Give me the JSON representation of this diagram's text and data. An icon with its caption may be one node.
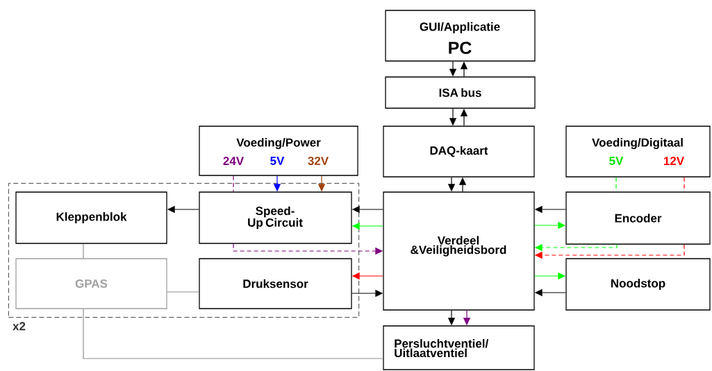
{
  "diagram": {
    "nodes": [
      {
        "text": [
          "GUI/Applicatie",
          "PC"
        ]
      },
      {
        "text": [
          "ISA bus"
        ]
      },
      {
        "text": [
          "DAQ-kaart"
        ]
      },
      {
        "text": [
          "Voeding/Power",
          "24V",
          "5V",
          "32V"
        ]
      },
      {
        "text": [
          "Voeding/Digitaal",
          "5V",
          "12V"
        ]
      },
      {
        "text": [],
        "shape": "box",
        "beside": [
          "x2"
        ]
      },
      {
        "text": [
          "Kleppenblok"
        ],
        "in": 5
      },
      {
        "text": [
          "Speed-Up Circuit"
        ],
        "in": 5
      },
      {
        "text": [
          "Verdeel &Veiligheidsbord"
        ]
      },
      {
        "text": [
          "Encoder"
        ]
      },
      {
        "text": [
          "GPAS"
        ],
        "in": 5
      },
      {
        "text": [
          "Druksensor"
        ],
        "in": 5
      },
      {
        "text": [
          "Noodstop"
        ]
      },
      {
        "text": [
          "Persluchtventiel/ Uitlaatventiel"
        ]
      }
    ],
    "edges": [
      {
        "from": 0,
        "to": 1,
        "arrow": "to"
      },
      {
        "from": 1,
        "to": 0,
        "arrow": "to"
      },
      {
        "from": 1,
        "to": 2,
        "arrow": "to"
      },
      {
        "from": 2,
        "to": 1,
        "arrow": "to"
      },
      {
        "from": 2,
        "to": 8,
        "arrow": "to"
      },
      {
        "from": 8,
        "to": 2,
        "arrow": "to"
      },
      {
        "from": 3,
        "to": 7,
        "arrow": "none",
        "style": "dashed",
        "color": "#800080"
      },
      {
        "from": 3,
        "to": 7,
        "arrow": "to",
        "color": "#0000ff"
      },
      {
        "from": 3,
        "to": 7,
        "arrow": "to",
        "color": "#a0410a"
      },
      {
        "from": 7,
        "to": 8,
        "arrow": "to",
        "style": "dashed",
        "color": "#800080"
      },
      {
        "from": 7,
        "to": 6,
        "arrow": "to"
      },
      {
        "from": 8,
        "to": 7,
        "arrow": "to"
      },
      {
        "from": 8,
        "to": 7,
        "arrow": "to",
        "color": "#00ff00"
      },
      {
        "from": 9,
        "to": 8,
        "arrow": "to"
      },
      {
        "from": 8,
        "to": 9,
        "arrow": "to",
        "color": "#00ff00"
      },
      {
        "from": 4,
        "to": 9,
        "arrow": "none",
        "style": "dashed",
        "color": "#00ff00"
      },
      {
        "from": 4,
        "to": 9,
        "arrow": "none",
        "style": "dashed",
        "color": "#ff0000"
      },
      {
        "from": 9,
        "to": 8,
        "arrow": "to",
        "style": "dashed",
        "color": "#00ff00"
      },
      {
        "from": 9,
        "to": 8,
        "arrow": "to",
        "style": "dashed",
        "color": "#ff0000"
      },
      {
        "from": 8,
        "to": 11,
        "arrow": "to",
        "color": "#ff0000"
      },
      {
        "from": 11,
        "to": 8,
        "arrow": "to"
      },
      {
        "from": 8,
        "to": 12,
        "arrow": "to",
        "color": "#00ff00"
      },
      {
        "from": 12,
        "to": 8,
        "arrow": "to"
      },
      {
        "from": 10,
        "to": 6,
        "arrow": "none",
        "color": "#909090"
      },
      {
        "from": 10,
        "to": 11,
        "arrow": "none",
        "color": "#909090"
      },
      {
        "from": 10,
        "to": 13,
        "arrow": "none",
        "color": "#909090"
      },
      {
        "from": 8,
        "to": 13,
        "arrow": "to"
      },
      {
        "from": 8,
        "to": 13,
        "arrow": "to",
        "color": "#800080"
      }
    ]
  }
}
